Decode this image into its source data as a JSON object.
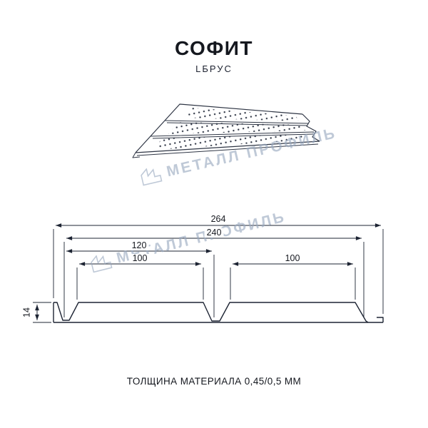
{
  "page": {
    "title": "СОФИТ",
    "subtitle": "LБРУС",
    "footer_note": "ТОЛЩИНА МАТЕРИАЛА 0,45/0,5 ММ"
  },
  "watermark": {
    "text": "МЕТАЛЛ ПРОФИЛЬ",
    "color": "#98a8be"
  },
  "drawing": {
    "type": "soffit profile cross-section with perspective view",
    "line_color": "#1d2433",
    "dimensions": {
      "overall_width_mm": "264",
      "working_width_mm": "240",
      "half_width_mm": "120",
      "left_pan_mm": "100",
      "right_pan_mm": "100",
      "height_mm": "14"
    }
  }
}
